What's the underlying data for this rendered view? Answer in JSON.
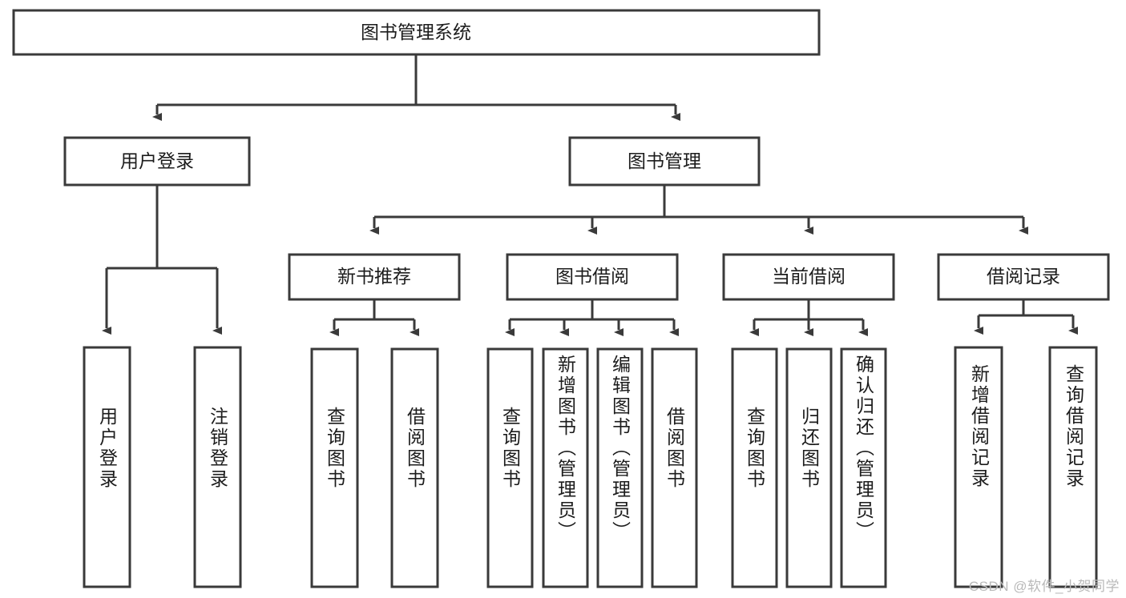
{
  "diagram": {
    "type": "tree",
    "title": "图书管理系统",
    "root": {
      "label": "图书管理系统"
    },
    "level2": [
      {
        "label": "用户登录"
      },
      {
        "label": "图书管理"
      }
    ],
    "level3": [
      {
        "label": "新书推荐"
      },
      {
        "label": "图书借阅"
      },
      {
        "label": "当前借阅"
      },
      {
        "label": "借阅记录"
      }
    ],
    "leaves": {
      "user_login": [
        {
          "label": "用户登录"
        },
        {
          "label": "注销登录"
        }
      ],
      "new_book_recommend": [
        {
          "label": "查询图书"
        },
        {
          "label": "借阅图书"
        }
      ],
      "book_borrow": [
        {
          "label": "查询图书"
        },
        {
          "label": "新增图书（管理员）"
        },
        {
          "label": "编辑图书（管理员）"
        },
        {
          "label": "借阅图书"
        }
      ],
      "current_borrow": [
        {
          "label": "查询图书"
        },
        {
          "label": "归还图书"
        },
        {
          "label": "确认归还（管理员）"
        }
      ],
      "borrow_record": [
        {
          "label": "新增借阅记录"
        },
        {
          "label": "查询借阅记录"
        }
      ]
    }
  },
  "watermark": {
    "text": "CSDN @软件_小贺同学"
  },
  "colors": {
    "background": "#ffffff",
    "stroke": "#3a3a3a",
    "text": "#1c1c1c",
    "watermark": "#b9b9b9"
  }
}
